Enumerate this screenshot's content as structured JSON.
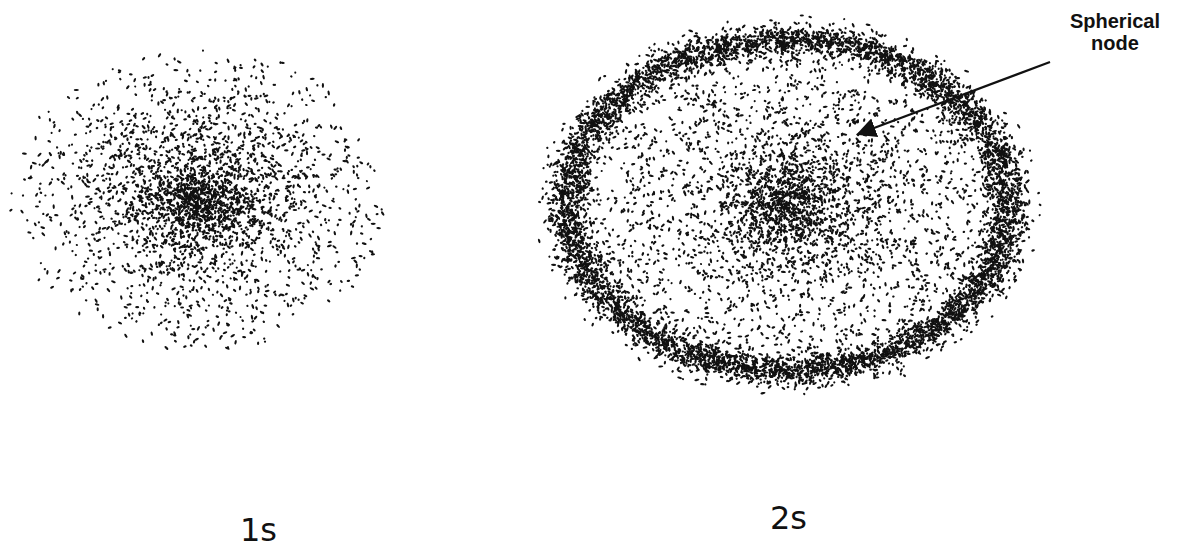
{
  "diagram": {
    "labels": [
      "Spherical node",
      "1s",
      "2s"
    ]
  }
}
